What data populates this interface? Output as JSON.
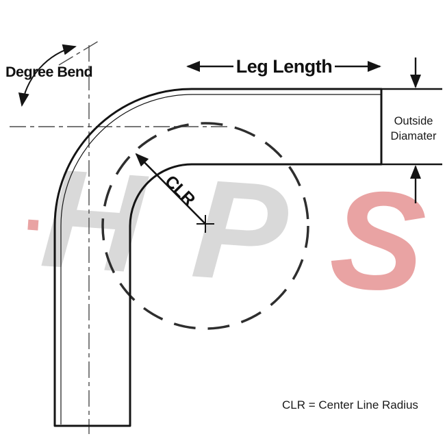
{
  "labels": {
    "degree_bend": "Degree Bend",
    "leg_length": "Leg Length",
    "outside_line1": "Outside",
    "outside_line2": "Diamater",
    "clr": "CLR",
    "legend": "CLR = Center Line Radius"
  },
  "watermark": {
    "letter_h": "H",
    "letter_p": "P",
    "letter_s": "S"
  },
  "colors": {
    "line": "#141414",
    "centerline": "#4a4a4a",
    "dashed_circle": "#2e2e2e",
    "watermark_gray": "#d9d9d9",
    "watermark_red": "#e9a3a3",
    "background": "#ffffff"
  }
}
